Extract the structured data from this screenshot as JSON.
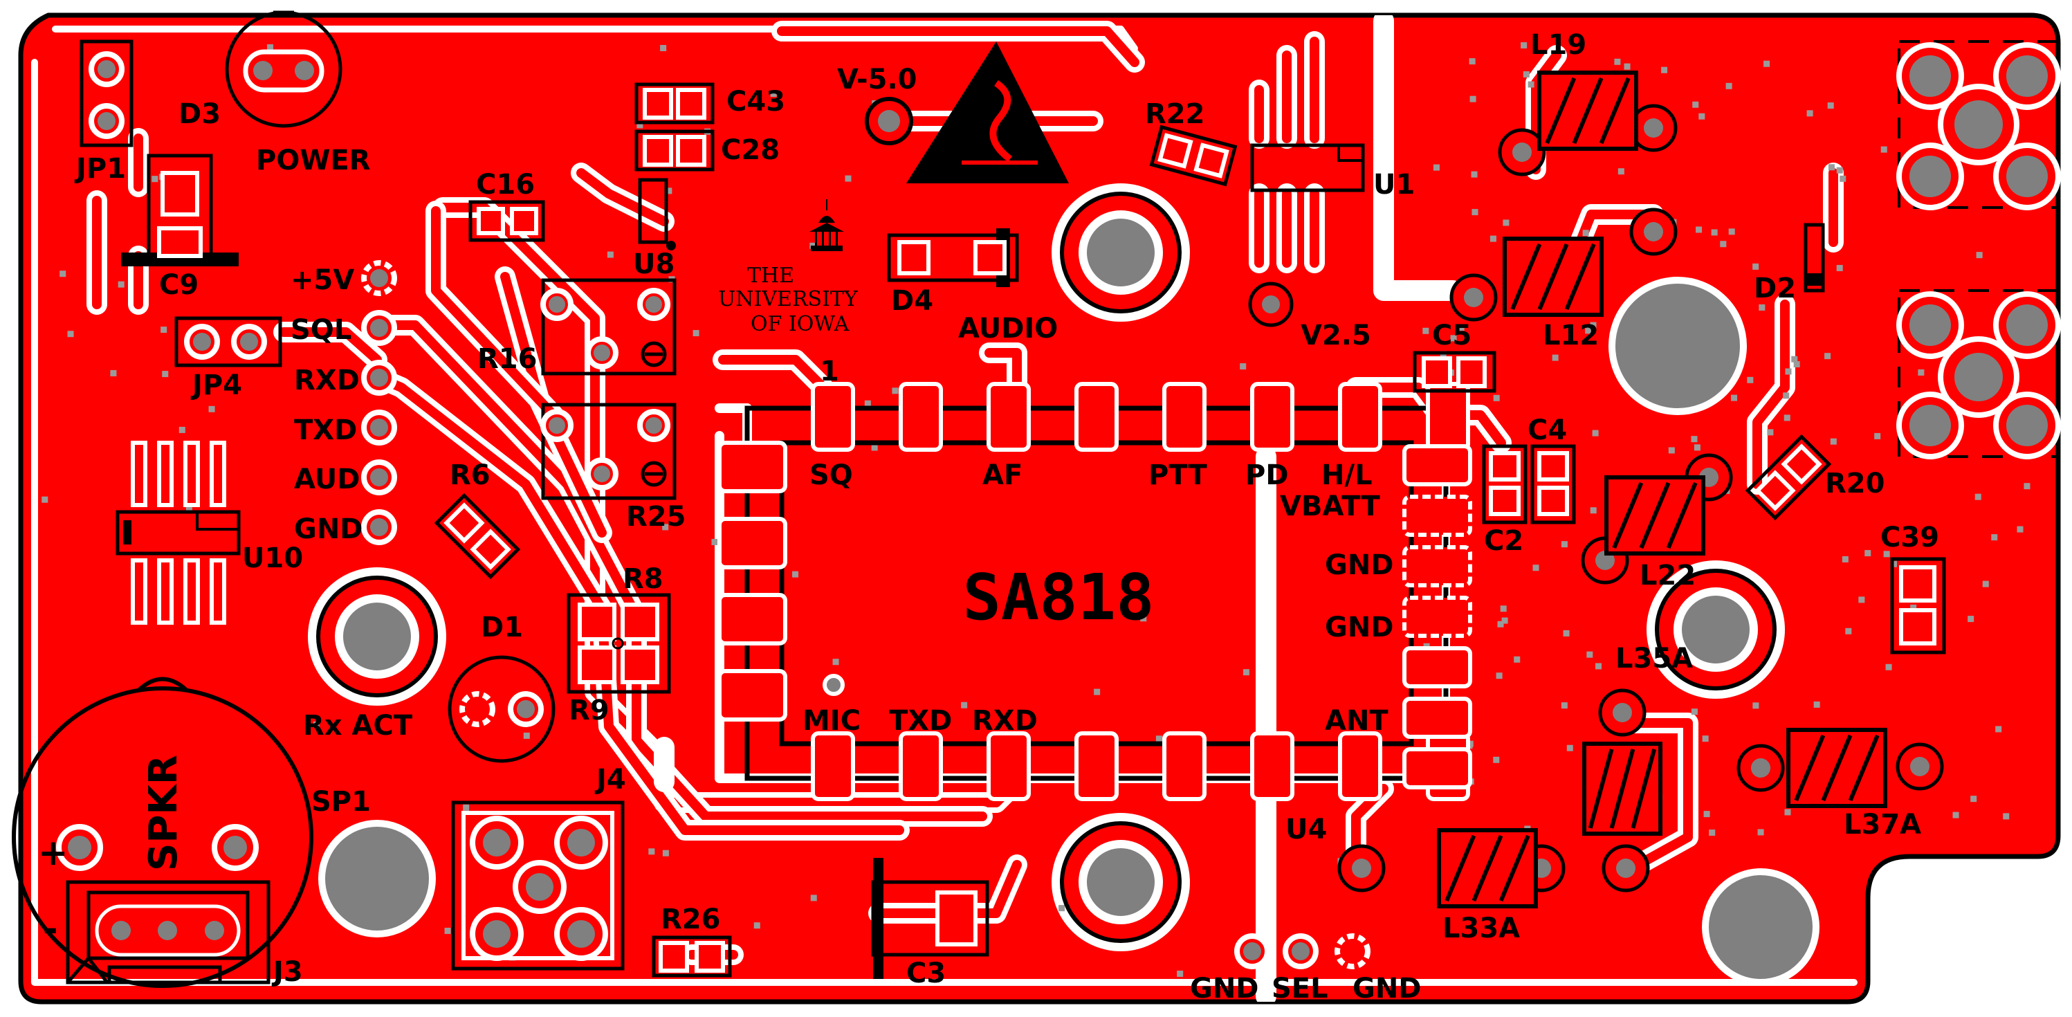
{
  "board": {
    "copper_color": "#ff0000",
    "silkscreen_color": "#000000",
    "drill_color": "#808080",
    "background_color": "#ffffff"
  },
  "module": {
    "label": "SA818"
  },
  "module_pins": {
    "sq": "SQ",
    "af": "AF",
    "ptt": "PTT",
    "pd": "PD",
    "hl": "H/L",
    "vbatt": "VBATT",
    "gnd1": "GND",
    "gnd2": "GND",
    "mic": "MIC",
    "txd": "TXD",
    "rxd": "RXD",
    "ant": "ANT",
    "pin1": "1"
  },
  "header_labels": {
    "p5v": "+5V",
    "sql": "SQL",
    "rxd": "RXD",
    "txd": "TXD",
    "aud": "AUD",
    "gnd": "GND"
  },
  "bottom_labels": {
    "gnd_a": "GND",
    "sel": "SEL",
    "gnd_b": "GND"
  },
  "test_points": {
    "v50": "V-5.0",
    "v25": "V2.5",
    "audio": "AUDIO",
    "power": "POWER"
  },
  "misc_labels": {
    "rx_act": "Rx ACT",
    "spkr": "SPKR",
    "plus": "+",
    "minus": "-"
  },
  "logo": {
    "line1": "THE",
    "line2": "UNIVERSITY",
    "line3": "OF IOWA",
    "icon": "old-capitol-icon",
    "esd_icon": "esd-warning-icon"
  },
  "refdes": {
    "jp1": "JP1",
    "d3": "D3",
    "c9": "C9",
    "jp4": "JP4",
    "u10": "U10",
    "c16": "C16",
    "r6": "R6",
    "d1": "D1",
    "r8": "R8",
    "r9": "R9",
    "r16": "R16",
    "r25": "R25",
    "u8": "U8",
    "c43": "C43",
    "c28": "C28",
    "d4": "D4",
    "r22": "R22",
    "u1": "U1",
    "c5": "C5",
    "c4": "C4",
    "c2": "C2",
    "l19": "L19",
    "l12": "L12",
    "d2": "D2",
    "r20": "R20",
    "l22": "L22",
    "c39": "C39",
    "l35a": "L35A",
    "l37a": "L37A",
    "l33a": "L33A",
    "u4": "U4",
    "c3": "C3",
    "r26": "R26",
    "j4": "J4",
    "sp1": "SP1",
    "j3": "J3"
  }
}
